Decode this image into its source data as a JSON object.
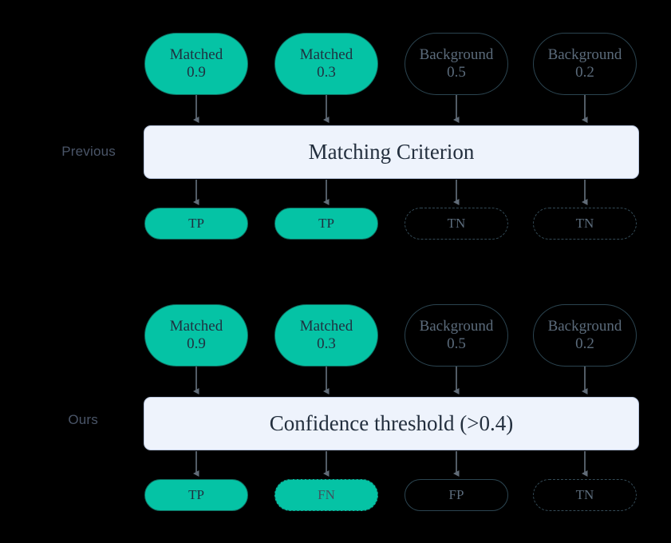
{
  "figure": {
    "background_color": "#000000",
    "accent_teal": "#05c3a5",
    "box_fill": "#eef3fc",
    "muted_text": "#5b6b7b"
  },
  "rows": {
    "previous": {
      "label": "Previous",
      "criterion": "Matching Criterion",
      "inputs": [
        {
          "title": "Matched",
          "score": "0.9",
          "style": "matched"
        },
        {
          "title": "Matched",
          "score": "0.3",
          "style": "matched"
        },
        {
          "title": "Background",
          "score": "0.5",
          "style": "background"
        },
        {
          "title": "Background",
          "score": "0.2",
          "style": "background"
        }
      ],
      "outputs": [
        {
          "label": "TP",
          "style": "fill-teal"
        },
        {
          "label": "TP",
          "style": "fill-teal"
        },
        {
          "label": "TN",
          "style": "fill-dark dashed"
        },
        {
          "label": "TN",
          "style": "fill-dark dashed"
        }
      ]
    },
    "ours": {
      "label": "Ours",
      "criterion": "Confidence threshold (>0.4)",
      "inputs": [
        {
          "title": "Matched",
          "score": "0.9",
          "style": "matched"
        },
        {
          "title": "Matched",
          "score": "0.3",
          "style": "matched"
        },
        {
          "title": "Background",
          "score": "0.5",
          "style": "background"
        },
        {
          "title": "Background",
          "score": "0.2",
          "style": "background"
        }
      ],
      "outputs": [
        {
          "label": "TP",
          "style": "fill-teal"
        },
        {
          "label": "FN",
          "style": "fill-teal dashed"
        },
        {
          "label": "FP",
          "style": "fill-dark"
        },
        {
          "label": "TN",
          "style": "fill-dark dashed"
        }
      ]
    }
  }
}
